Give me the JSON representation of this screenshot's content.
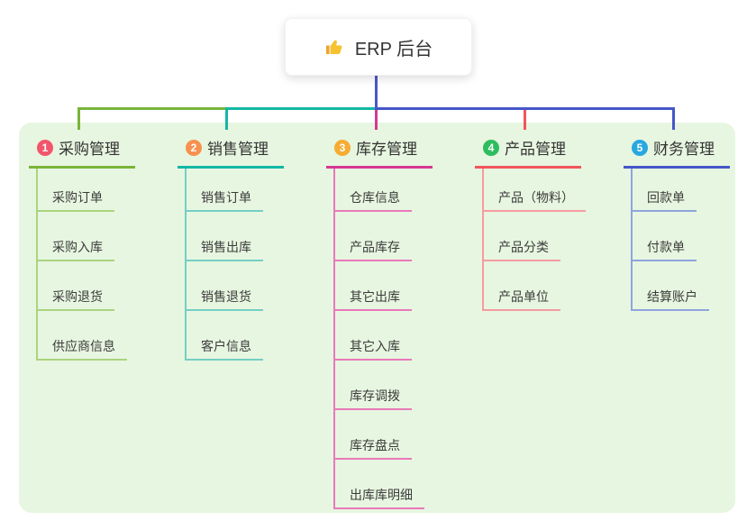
{
  "root": {
    "title": "ERP 后台",
    "icon": "thumbs-up-icon",
    "line_color": "#4a57c8"
  },
  "panel": {
    "background": "#e7f6e0"
  },
  "branches": [
    {
      "badge": "1",
      "title": "采购管理",
      "color": "#79b43a",
      "light": "#abd47f",
      "badge_color": "#f2566b",
      "items": [
        "采购订单",
        "采购入库",
        "采购退货",
        "供应商信息"
      ]
    },
    {
      "badge": "2",
      "title": "销售管理",
      "color": "#13b7a5",
      "light": "#74cfc3",
      "badge_color": "#f8914f",
      "items": [
        "销售订单",
        "销售出库",
        "销售退货",
        "客户信息"
      ]
    },
    {
      "badge": "3",
      "title": "库存管理",
      "color": "#d63893",
      "light": "#e979ba",
      "badge_color": "#f6ac32",
      "items": [
        "仓库信息",
        "产品库存",
        "其它出库",
        "其它入库",
        "库存调拨",
        "库存盘点",
        "出库库明细"
      ]
    },
    {
      "badge": "4",
      "title": "产品管理",
      "color": "#f2555d",
      "light": "#f69ba1",
      "badge_color": "#2dbd5e",
      "items": [
        "产品（物料）",
        "产品分类",
        "产品单位"
      ]
    },
    {
      "badge": "5",
      "title": "财务管理",
      "color": "#4457c8",
      "light": "#8fa4de",
      "badge_color": "#29a7e1",
      "items": [
        "回款单",
        "付款单",
        "结算账户"
      ]
    }
  ]
}
